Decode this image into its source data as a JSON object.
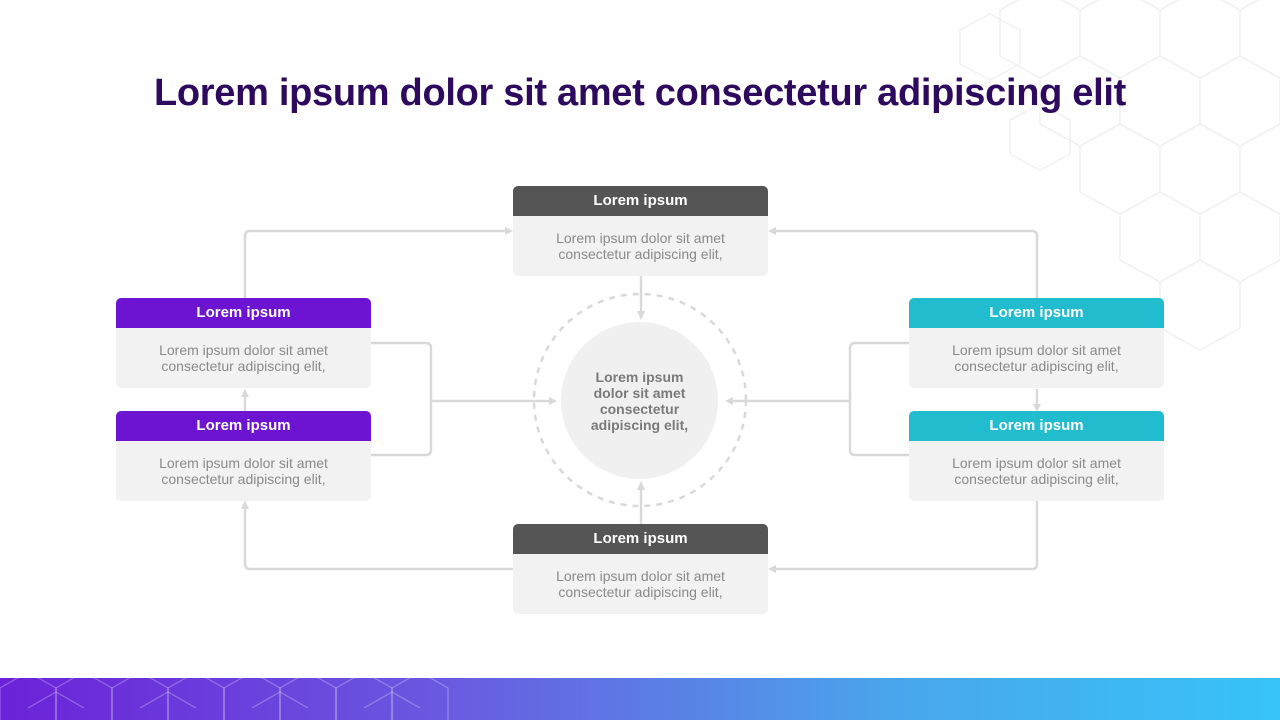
{
  "slide": {
    "title": "Lorem ipsum dolor sit amet consectetur adipiscing elit"
  },
  "colors": {
    "title": "#2d0a5e",
    "gray_header": "#555555",
    "purple_header": "#6c14d2",
    "teal_header": "#22bccf",
    "card_body": "#f2f2f2",
    "connector": "#d9d9d9"
  },
  "center": {
    "text": "Lorem ipsum dolor sit amet consectetur adipiscing elit,"
  },
  "cards": {
    "top": {
      "title": "Lorem ipsum",
      "text": "Lorem ipsum dolor sit amet consectetur adipiscing elit,"
    },
    "left_upper": {
      "title": "Lorem ipsum",
      "text": "Lorem ipsum dolor sit amet consectetur adipiscing elit,"
    },
    "left_lower": {
      "title": "Lorem ipsum",
      "text": "Lorem ipsum dolor sit amet consectetur adipiscing elit,"
    },
    "right_upper": {
      "title": "Lorem ipsum",
      "text": "Lorem ipsum dolor sit amet consectetur adipiscing elit,"
    },
    "right_lower": {
      "title": "Lorem ipsum",
      "text": "Lorem ipsum dolor sit amet consectetur adipiscing elit,"
    },
    "bottom": {
      "title": "Lorem ipsum",
      "text": "Lorem ipsum dolor sit amet consectetur adipiscing elit,"
    }
  }
}
